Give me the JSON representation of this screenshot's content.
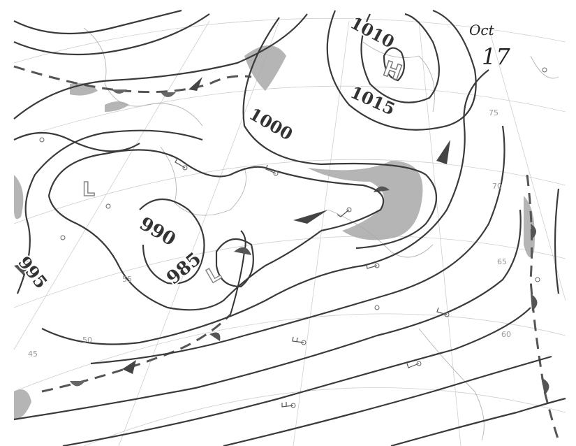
{
  "annotation": {
    "month": "Oct",
    "day": "17"
  },
  "isobar_labels": [
    "1010",
    "1015",
    "1000",
    "990",
    "985",
    "995"
  ],
  "pressure_centers": {
    "high": "H",
    "low_west": "L",
    "low_center": "L"
  },
  "latitude_labels": [
    "75",
    "70",
    "65",
    "60",
    "55",
    "50",
    "45"
  ],
  "colors": {
    "isobar": "#3a3a3a",
    "front_fill": "#a8a8a8",
    "grid": "#cfcfcf"
  }
}
